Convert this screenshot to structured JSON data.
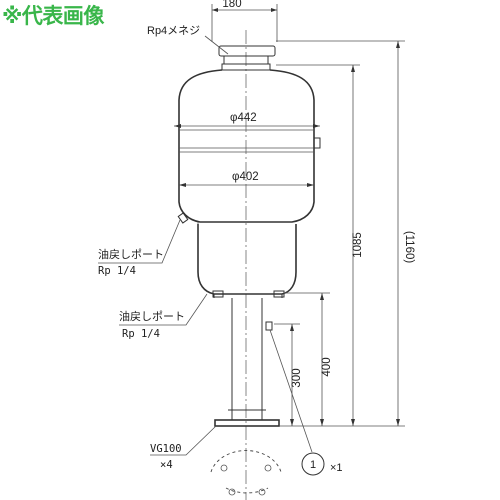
{
  "banner": {
    "text": "※代表画像",
    "color": "#39b64a"
  },
  "labels": {
    "rp4_thread": "Rp4メネジ",
    "drain_port_1": "油戻しポート",
    "drain_port_1_size": "Rp 1/4",
    "drain_port_2": "油戻しポート",
    "drain_port_2_size": "Rp 1/4",
    "flange_spec": "VG100",
    "flange_qty": "×4",
    "balloon_number": "1",
    "balloon_qty": "×1"
  },
  "dimensions": {
    "top_width": "180",
    "diameter_outer": "φ442",
    "diameter_inner": "φ402",
    "height_1085": "1085",
    "height_1160": "(1160)",
    "height_300": "300",
    "height_400": "400"
  }
}
